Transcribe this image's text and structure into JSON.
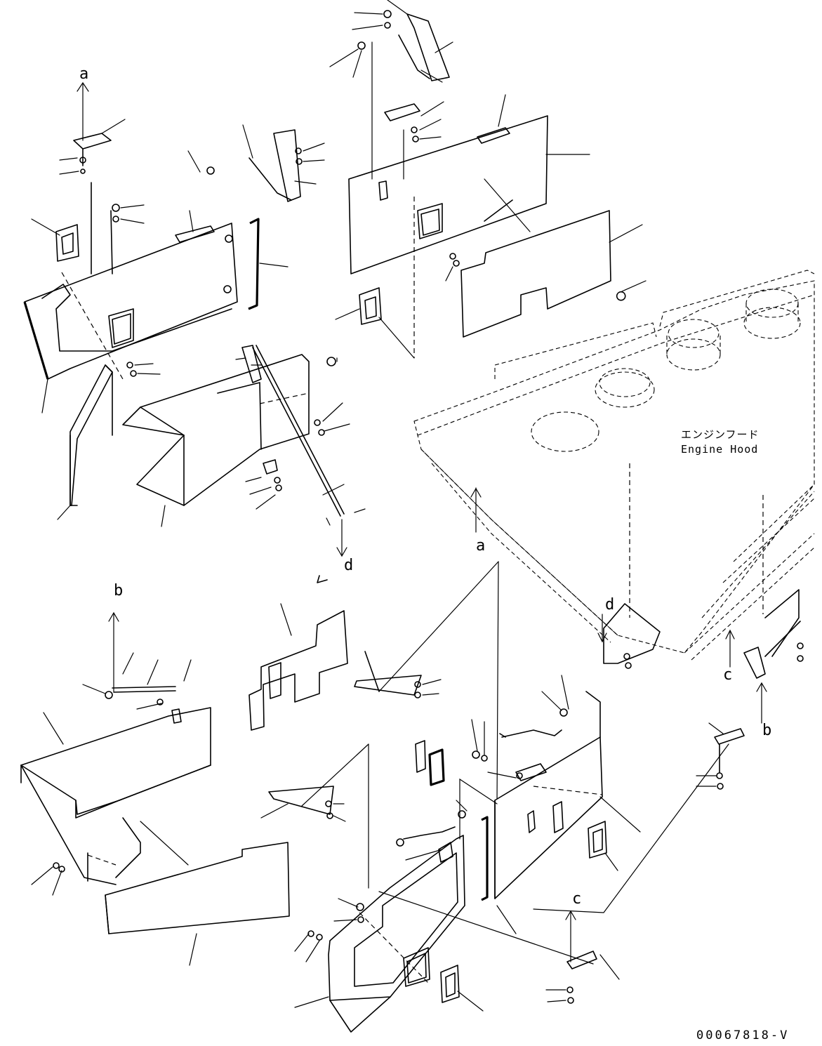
{
  "labels": {
    "hood_jp": "エンジンフード",
    "hood_en": "Engine Hood",
    "drawing_code": "00067818-V"
  },
  "reference_marks": [
    {
      "id": "a",
      "text": "a"
    },
    {
      "id": "a",
      "text": "a"
    },
    {
      "id": "d",
      "text": "d"
    },
    {
      "id": "d",
      "text": "d"
    },
    {
      "id": "b",
      "text": "b"
    },
    {
      "id": "b",
      "text": "b"
    },
    {
      "id": "c",
      "text": "c"
    },
    {
      "id": "c",
      "text": "c"
    }
  ]
}
